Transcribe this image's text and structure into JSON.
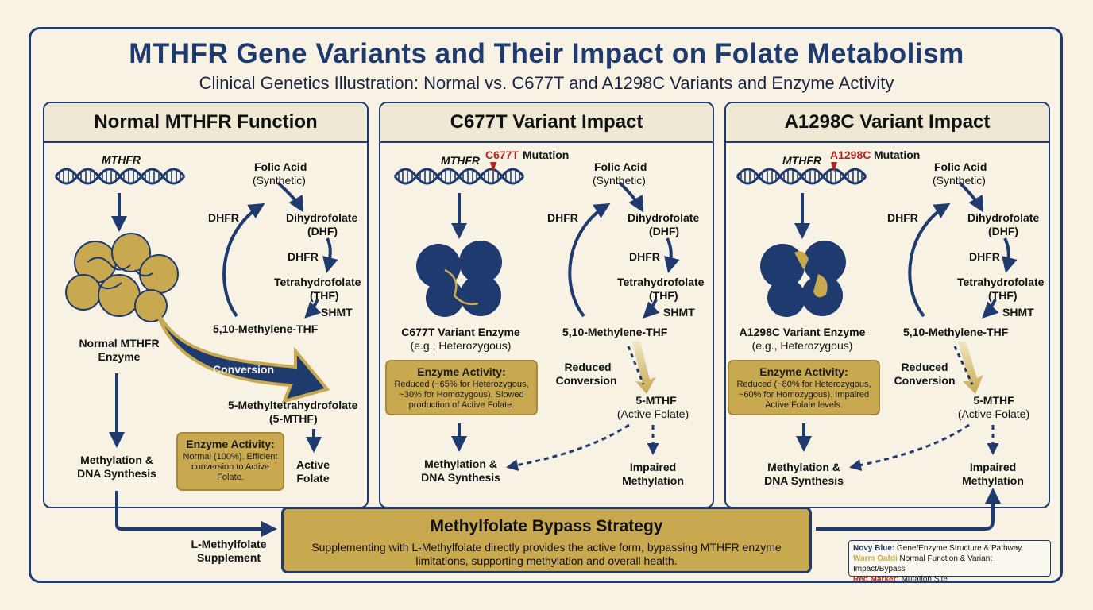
{
  "title": "MTHFR Gene Variants and Their Impact on Folate Metabolism",
  "subtitle": "Clinical Genetics Illustration: Normal vs. C677T and A1298C Variants and Enzyme Activity",
  "colors": {
    "navy": "#1f3a6e",
    "gold": "#c9a94f",
    "red": "#b3261e",
    "background": "#f7f2e4"
  },
  "panels": [
    {
      "heading": "Normal MTHFR Function",
      "gene_label": "MTHFR",
      "folic_acid": "Folic Acid",
      "synthetic": "(Synthetic)",
      "dhfr_1": "DHFR",
      "dihydrofolate": "Dihydrofolate",
      "dhf": "(DHF)",
      "dhfr_2": "DHFR",
      "tetrahydrofolate": "Tetrahydrofolate",
      "thf": "(THF)",
      "shmt": "SHMT",
      "methylene_thf": "5,10-Methylene-THF",
      "enzyme_label_1": "Normal MTHFR",
      "enzyme_label_2": "Enzyme",
      "conversion": "Conversion",
      "product_1": "5-Methyltetrahydrofolate",
      "product_2": "(5-MTHF)",
      "activity_heading": "Enzyme Activity:",
      "activity_text": "Normal (100%). Efficient conversion to Active Folate.",
      "outcome_left_1": "Methylation &",
      "outcome_left_2": "DNA Synthesis",
      "outcome_right_1": "Active",
      "outcome_right_2": "Folate"
    },
    {
      "heading": "C677T Variant Impact",
      "gene_label": "MTHFR",
      "mutation_code": "C677T",
      "mutation_word": "Mutation",
      "folic_acid": "Folic Acid",
      "synthetic": "(Synthetic)",
      "dhfr_1": "DHFR",
      "dihydrofolate": "Dihydrofolate",
      "dhf": "(DHF)",
      "dhfr_2": "DHFR",
      "tetrahydrofolate": "Tetrahydrofolate",
      "thf": "(THF)",
      "shmt": "SHMT",
      "methylene_thf": "5,10-Methylene-THF",
      "enzyme_label_1": "C677T Variant Enzyme",
      "enzyme_label_2": "(e.g., Heterozygous)",
      "activity_heading": "Enzyme Activity:",
      "activity_text": "Reduced (~65% for Heterozygous, ~30% for Homozygous). Slowed production of Active Folate.",
      "reduced_1": "Reduced",
      "reduced_2": "Conversion",
      "product_1": "5-MTHF",
      "product_2": "(Active Folate)",
      "outcome_left_1": "Methylation &",
      "outcome_left_2": "DNA Synthesis",
      "outcome_right_1": "Impaired",
      "outcome_right_2": "Methylation"
    },
    {
      "heading": "A1298C Variant Impact",
      "gene_label": "MTHFR",
      "mutation_code": "A1298C",
      "mutation_word": "Mutation",
      "folic_acid": "Folic Acid",
      "synthetic": "(Synthetic)",
      "dhfr_1": "DHFR",
      "dihydrofolate": "Dihydrofolate",
      "dhf": "(DHF)",
      "dhfr_2": "DHFR",
      "tetrahydrofolate": "Tetrahydrofolate",
      "thf": "(THF)",
      "shmt": "SHMT",
      "methylene_thf": "5,10-Methylene-THF",
      "enzyme_label_1": "A1298C Variant Enzyme",
      "enzyme_label_2": "(e.g., Heterozygous)",
      "activity_heading": "Enzyme Activity:",
      "activity_text": "Reduced (~80% for Heterozygous, ~60% for Homozygous). Impaired Active Folate levels.",
      "reduced_1": "Reduced",
      "reduced_2": "Conversion",
      "product_1": "5-MTHF",
      "product_2": "(Active Folate)",
      "outcome_left_1": "Methylation &",
      "outcome_left_2": "DNA Synthesis",
      "outcome_right_1": "Impaired",
      "outcome_right_2": "Methylation"
    }
  ],
  "bypass": {
    "heading": "Methylfolate Bypass Strategy",
    "text": "Supplementing with L-Methylfolate directly provides the active form, bypassing MTHFR enzyme limitations, supporting methylation and overall health.",
    "supplement_1": "L-Methylfolate",
    "supplement_2": "Supplement"
  },
  "legend": [
    {
      "key": "Novy Blue:",
      "text": "Gene/Enzyme Structure & Pathway",
      "color": "#1f3a6e"
    },
    {
      "key": "Warm Gafdi",
      "text": "Normal Function & Variant Impact/Bypass",
      "color": "#c9a94f"
    },
    {
      "key": "Red Marker:",
      "text": "Mutation Site",
      "color": "#b3261e"
    }
  ]
}
